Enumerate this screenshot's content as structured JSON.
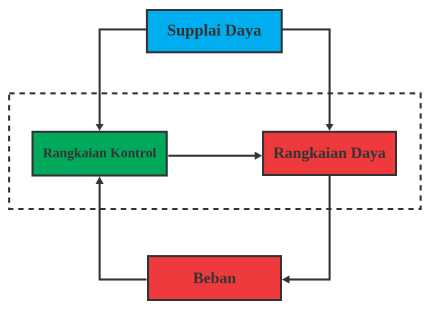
{
  "diagram": {
    "blocks": {
      "supplai_daya": {
        "label": "Supplai Daya",
        "fill": "#00AEEF"
      },
      "rangkaian_kontrol": {
        "label": "Rangkaian Kontrol",
        "fill": "#00A95C"
      },
      "rangkaian_daya": {
        "label": "Rangkaian Daya",
        "fill": "#EE3A3C"
      },
      "beban": {
        "label": "Beban",
        "fill": "#EE3A3C"
      }
    },
    "connections": [
      {
        "from": "Supplai Daya",
        "to": "Rangkaian Kontrol",
        "style": "arrow"
      },
      {
        "from": "Supplai Daya",
        "to": "Rangkaian Daya",
        "style": "arrow"
      },
      {
        "from": "Rangkaian Kontrol",
        "to": "Rangkaian Daya",
        "style": "arrow"
      },
      {
        "from": "Rangkaian Daya",
        "to": "Beban",
        "style": "arrow"
      },
      {
        "from": "Beban",
        "to": "Rangkaian Kontrol",
        "style": "arrow"
      }
    ],
    "boundary": {
      "type": "dashed-rectangle",
      "encloses": [
        "Rangkaian Kontrol",
        "Rangkaian Daya"
      ]
    },
    "colors": {
      "line": "#333333",
      "border": "#333333",
      "text": "#333333",
      "background": "#FFFFFF"
    }
  }
}
